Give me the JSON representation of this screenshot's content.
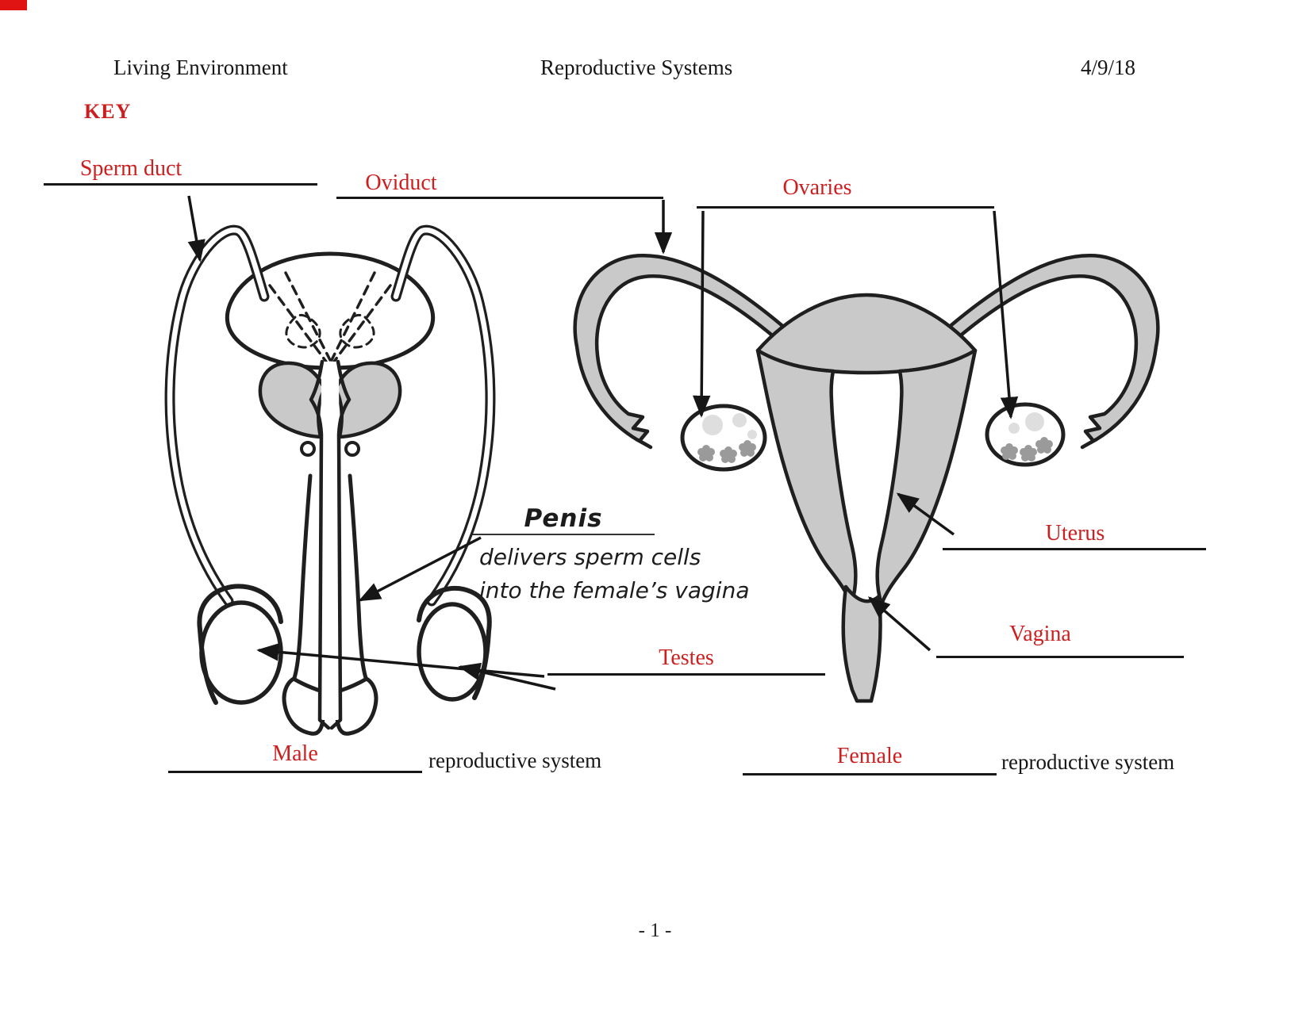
{
  "header": {
    "left": "Living Environment",
    "center": "Reproductive Systems",
    "right": "4/9/18"
  },
  "key_label": "KEY",
  "page_number": "- 1 -",
  "colors": {
    "answer_red": "#cd1f1f",
    "ink_black": "#171717",
    "diagram_gray": "#c9c9c9"
  },
  "male_diagram": {
    "labels": {
      "sperm_duct": "Sperm duct",
      "penis": "Penis",
      "penis_note_line1": "delivers sperm cells",
      "penis_note_line2": "into the female’s vagina",
      "testes": "Testes"
    },
    "caption_answer": "Male",
    "caption_suffix": "reproductive system"
  },
  "female_diagram": {
    "labels": {
      "oviduct": "Oviduct",
      "ovaries": "Ovaries",
      "uterus": "Uterus",
      "vagina": "Vagina"
    },
    "caption_answer": "Female",
    "caption_suffix": "reproductive system"
  }
}
